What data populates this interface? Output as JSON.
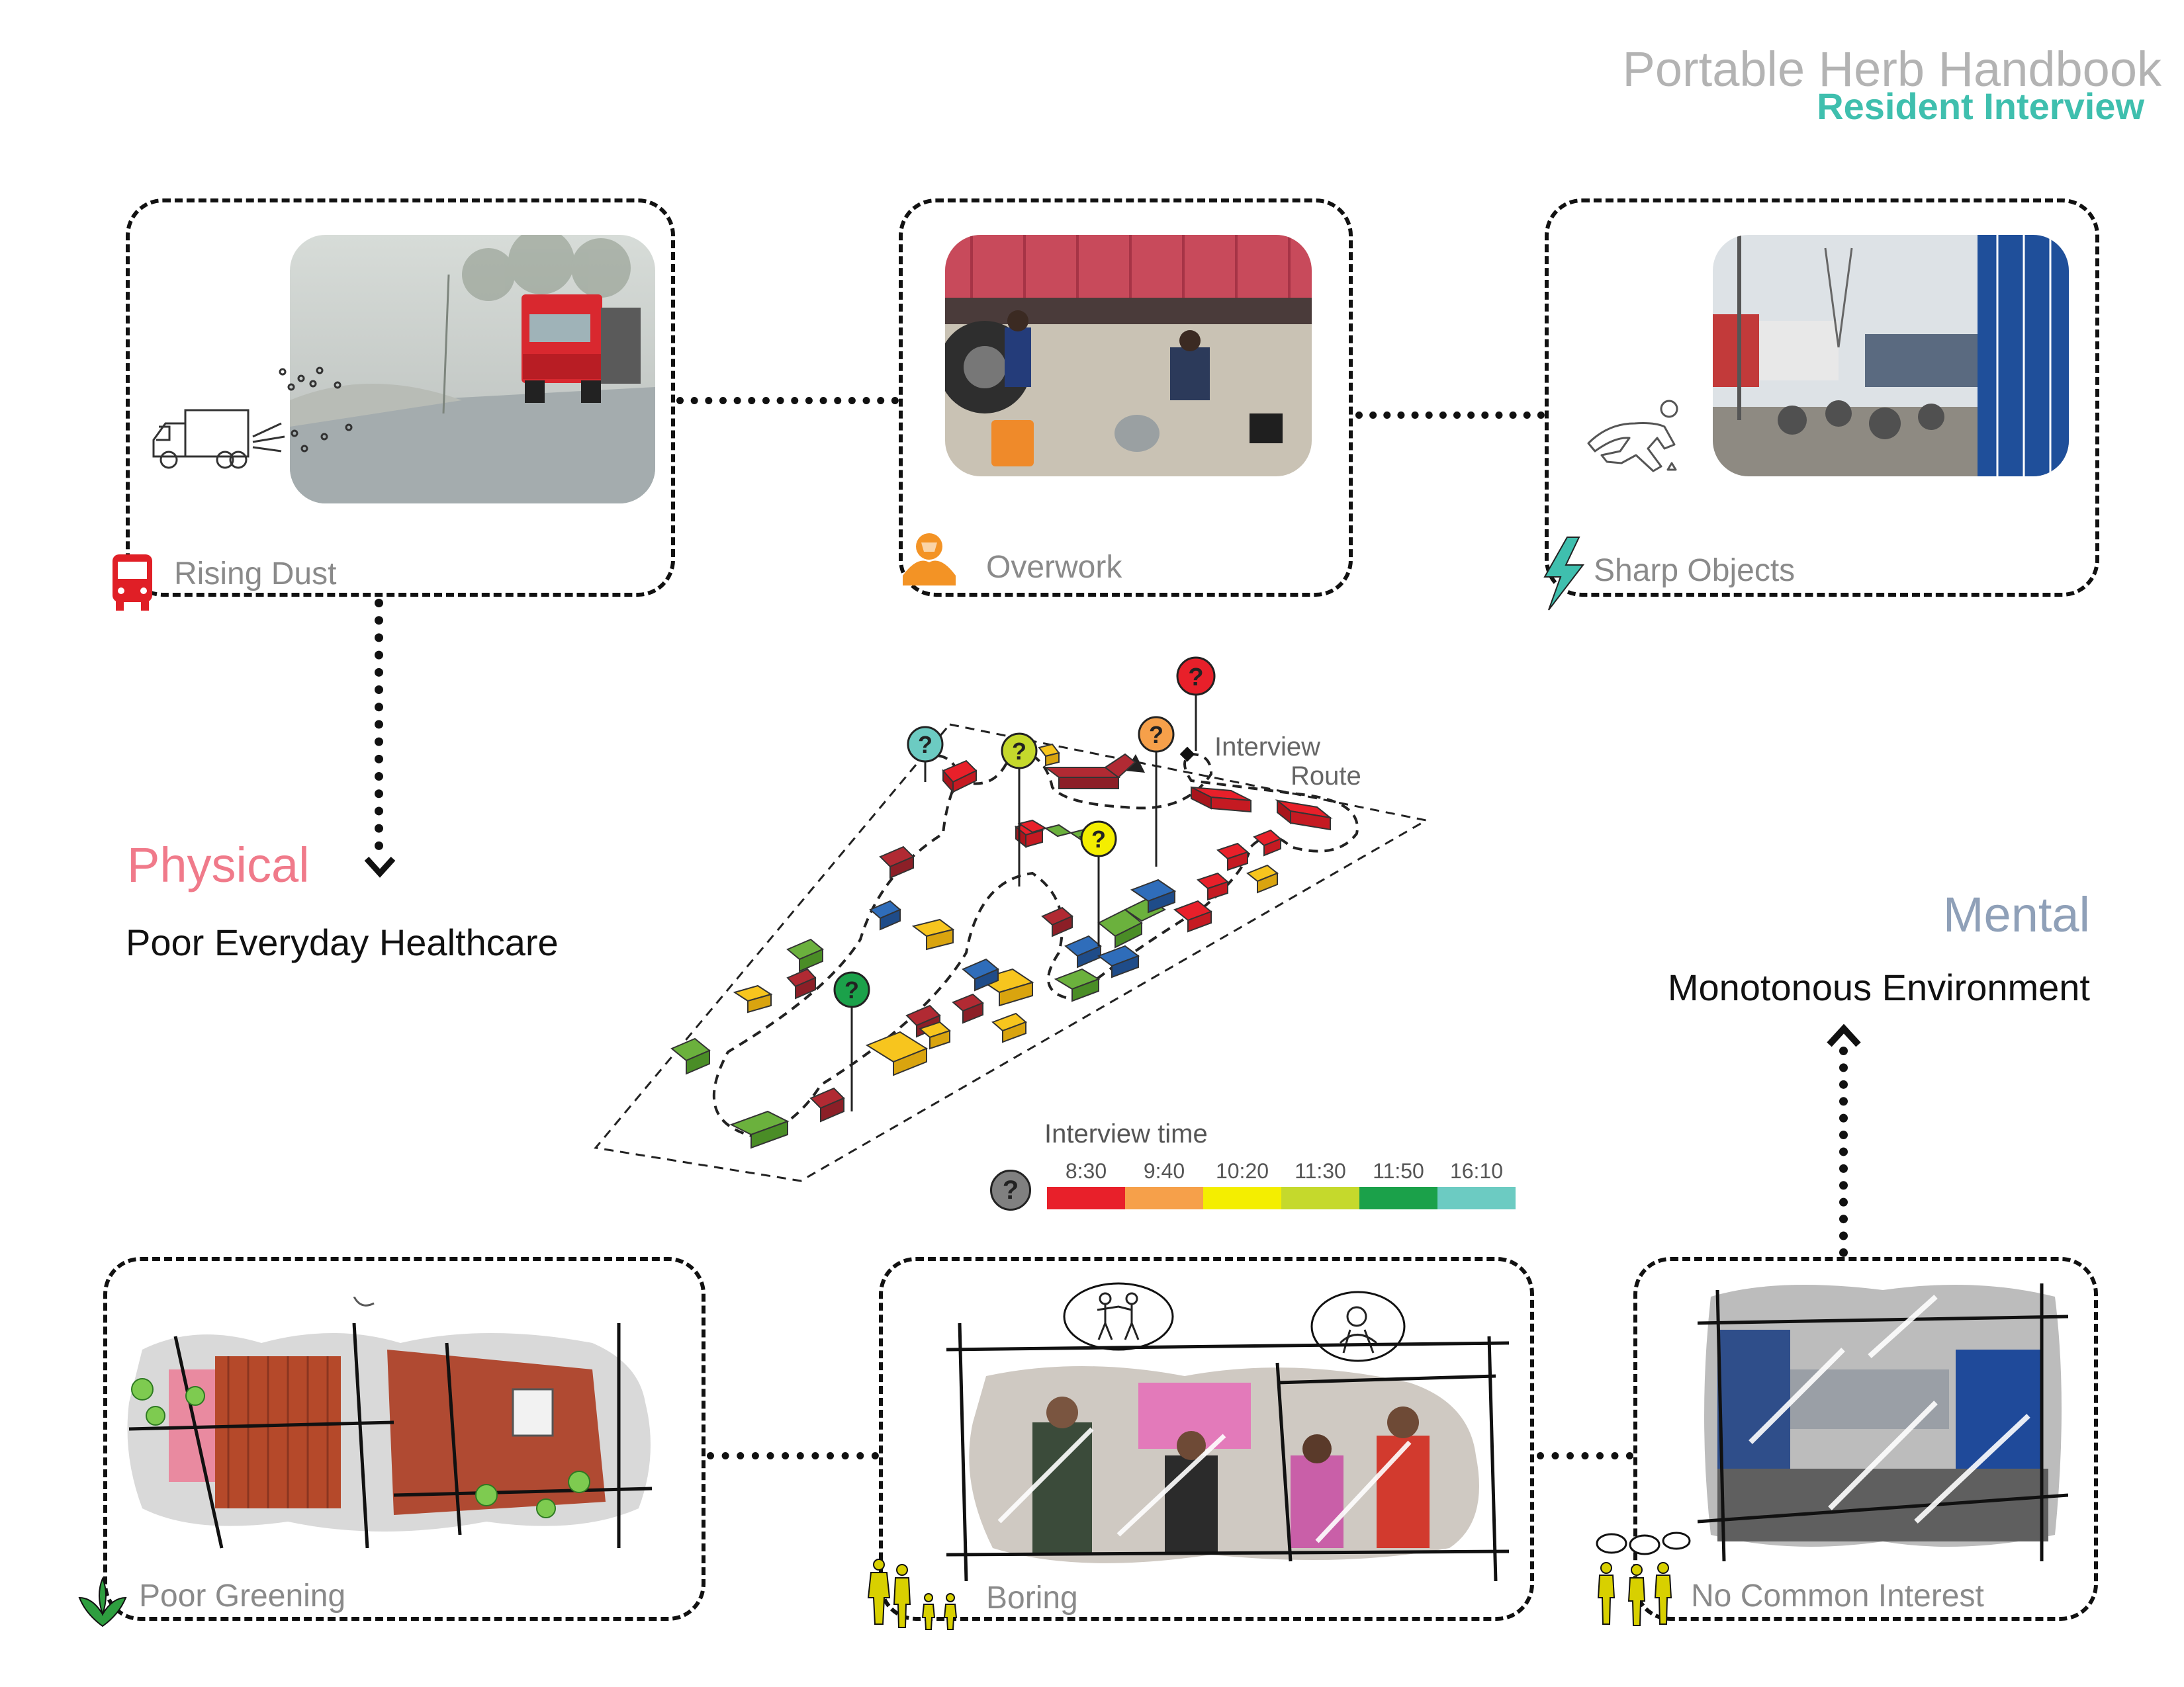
{
  "header": {
    "title": "Portable Herb Handbook",
    "subtitle": "Resident Interview"
  },
  "cards": {
    "rising_dust": {
      "label": "Rising Dust",
      "icon": "bus-icon",
      "color": "#e01f26"
    },
    "overwork": {
      "label": "Overwork",
      "icon": "worker-icon",
      "color": "#f39325"
    },
    "sharp_objects": {
      "label": "Sharp Objects",
      "icon": "lightning-icon",
      "color": "#3fbfae"
    },
    "poor_greening": {
      "label": "Poor Greening",
      "icon": "leaf-icon",
      "color": "#2e9e3f"
    },
    "boring": {
      "label": "Boring",
      "icon": "family-icon",
      "color": "#d8d000"
    },
    "no_common_interest": {
      "label": "No Common Interest",
      "icon": "people-talking-icon",
      "color": "#d8d000"
    }
  },
  "physical": {
    "title": "Physical",
    "subtitle": "Poor Everyday Healthcare",
    "color": "#f07a8a"
  },
  "mental": {
    "title": "Mental",
    "subtitle": "Monotonous Environment",
    "color": "#8fa0b8"
  },
  "map": {
    "route_label_1": "Interview",
    "route_label_2": "Route"
  },
  "legend": {
    "title": "Interview time",
    "items": [
      {
        "time": "8:30",
        "color": "#e8202a"
      },
      {
        "time": "9:40",
        "color": "#f6a04a"
      },
      {
        "time": "10:20",
        "color": "#f4ee00"
      },
      {
        "time": "11:30",
        "color": "#c5d92c"
      },
      {
        "time": "11:50",
        "color": "#1ba14a"
      },
      {
        "time": "16:10",
        "color": "#6ccbc2"
      }
    ]
  }
}
